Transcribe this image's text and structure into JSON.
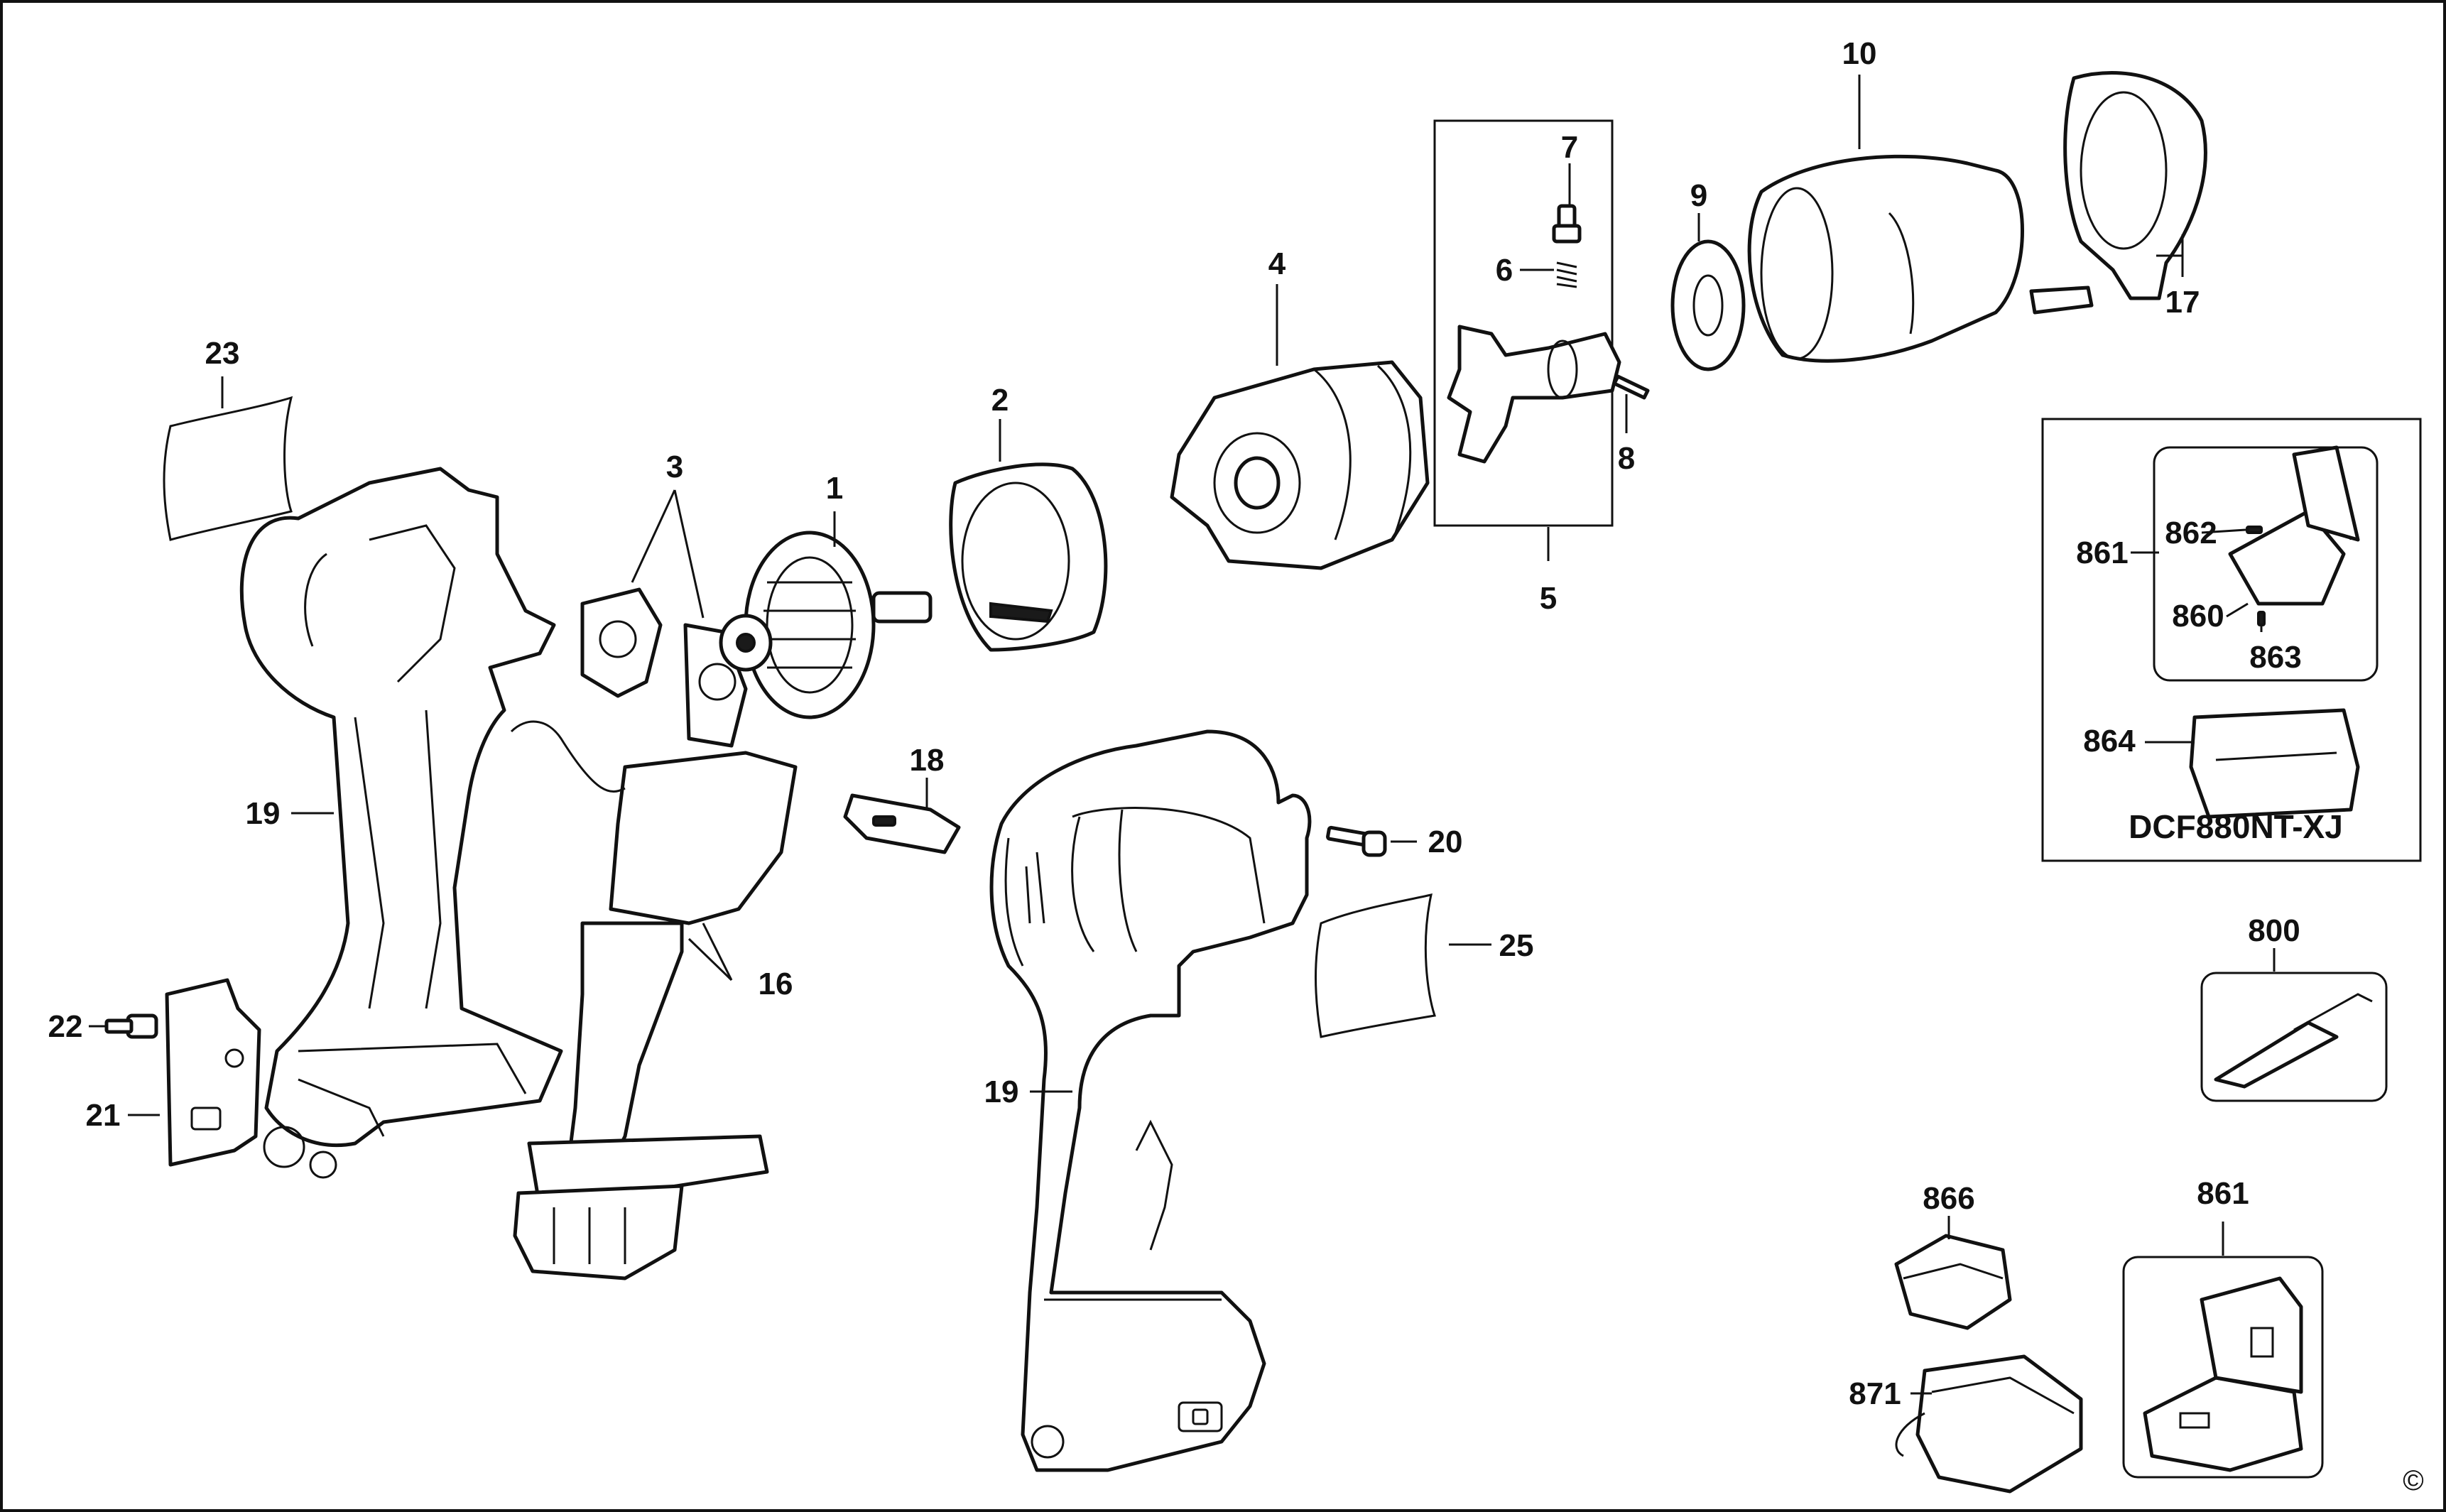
{
  "diagram": {
    "part_labels": {
      "p1": "1",
      "p2": "2",
      "p3": "3",
      "p4": "4",
      "p5": "5",
      "p6": "6",
      "p7": "7",
      "p8": "8",
      "p9": "9",
      "p10": "10",
      "p16": "16",
      "p17": "17",
      "p18": "18",
      "p19a": "19",
      "p19b": "19",
      "p20": "20",
      "p21": "21",
      "p22": "22",
      "p23": "23",
      "p25": "25",
      "p800": "800",
      "p860": "860",
      "p861a": "861",
      "p861b": "861",
      "p862": "862",
      "p863": "863",
      "p864": "864",
      "p866": "866",
      "p871": "871"
    },
    "model_number": "DCF880NT-XJ",
    "copyright_mark": "©"
  }
}
